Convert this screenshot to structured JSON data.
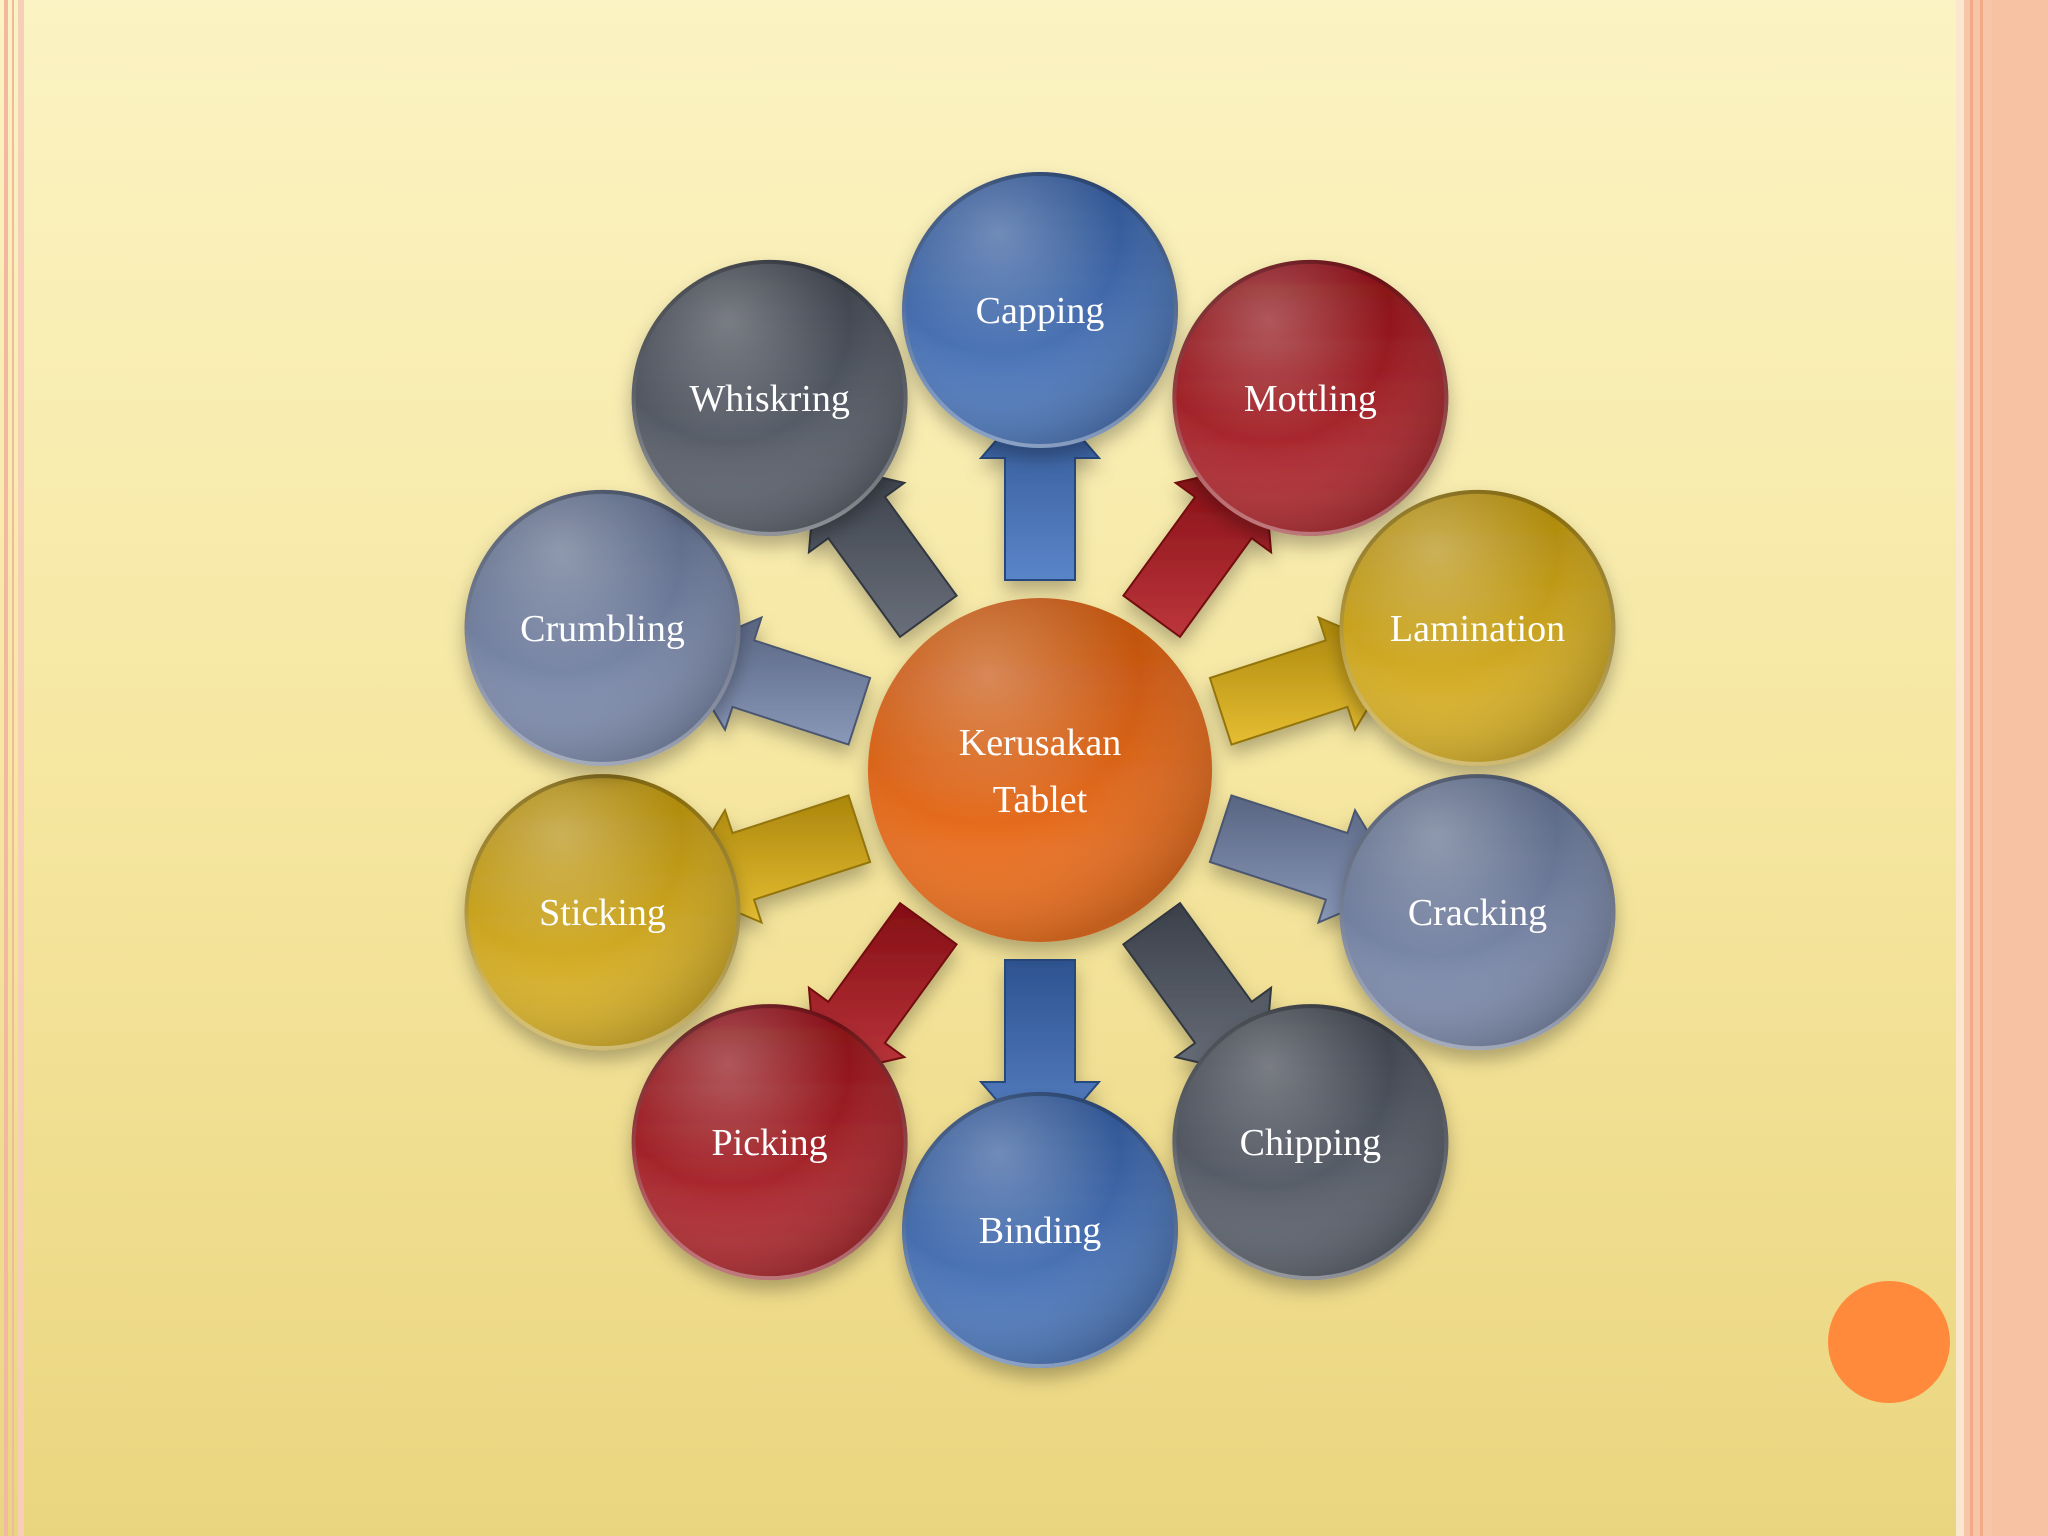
{
  "diagram": {
    "center": {
      "lines": [
        "Kerusakan",
        "Tablet"
      ],
      "color": "#f96b10"
    },
    "nodes": [
      {
        "label": "Capping",
        "color": "#3d6fc0"
      },
      {
        "label": "Mottling",
        "color": "#b0121a"
      },
      {
        "label": "Lamination",
        "color": "#e2b30f"
      },
      {
        "label": "Cracking",
        "color": "#7586ad"
      },
      {
        "label": "Chipping",
        "color": "#4f5563"
      },
      {
        "label": "Binding",
        "color": "#3d6fc0"
      },
      {
        "label": "Picking",
        "color": "#b0121a"
      },
      {
        "label": "Sticking",
        "color": "#e2b30f"
      },
      {
        "label": "Crumbling",
        "color": "#7586ad"
      },
      {
        "label": "Whiskring",
        "color": "#4f5563"
      }
    ]
  },
  "theme": {
    "accent": "#ff8a3c",
    "border": "#f7c6a8"
  }
}
